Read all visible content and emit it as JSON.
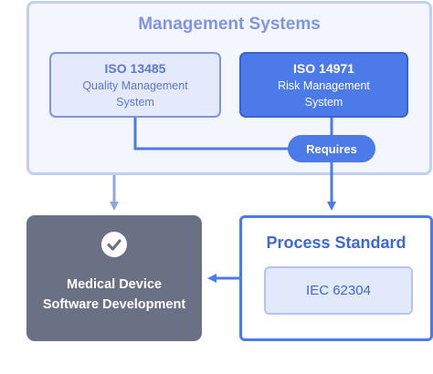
{
  "management": {
    "title": "Management Systems",
    "standards": [
      {
        "code": "ISO 13485",
        "desc_line1": "Quality Management",
        "desc_line2": "System"
      },
      {
        "code": "ISO 14971",
        "desc_line1": "Risk Management",
        "desc_line2": "System"
      }
    ],
    "requires_label": "Requires"
  },
  "development": {
    "line1": "Medical Device",
    "line2": "Software Development",
    "icon": "check-circle-icon"
  },
  "process": {
    "title": "Process Standard",
    "standard": "IEC 62304"
  },
  "colors": {
    "accent": "#4d7ae9",
    "light_accent": "#7e95e4",
    "dark_box": "#6b7184",
    "light_panel": "#f4f6fd"
  }
}
